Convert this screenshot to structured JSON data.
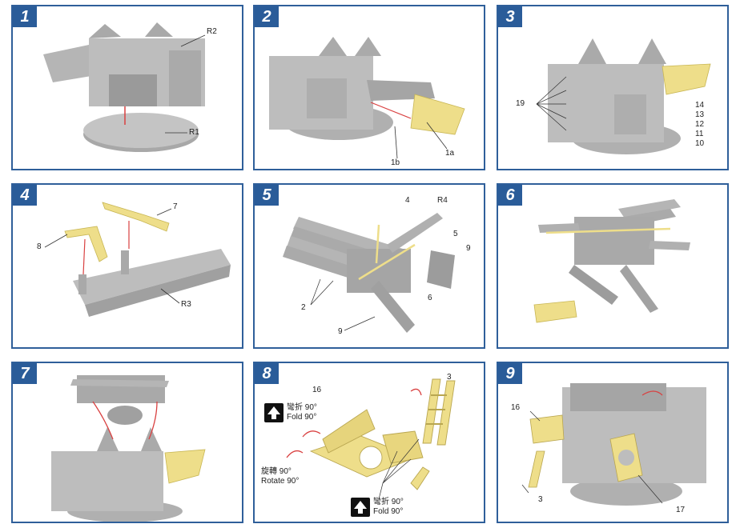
{
  "colors": {
    "border": "#2f5f9a",
    "numbox": "#2a5c99",
    "metal": "#bcbcbc",
    "pe": "#eede8a",
    "arrow": "#d94040"
  },
  "panels": [
    {
      "number": "1",
      "labels": [
        "R2",
        "R1"
      ]
    },
    {
      "number": "2",
      "labels": [
        "1b",
        "1a"
      ]
    },
    {
      "number": "3",
      "labels": [
        "19",
        "14",
        "13",
        "12",
        "11",
        "10"
      ]
    },
    {
      "number": "4",
      "labels": [
        "7",
        "8",
        "R3"
      ]
    },
    {
      "number": "5",
      "labels": [
        "4",
        "R4",
        "5",
        "9",
        "2",
        "6",
        "9"
      ]
    },
    {
      "number": "6",
      "labels": []
    },
    {
      "number": "7",
      "labels": []
    },
    {
      "number": "8",
      "labels": [
        "16",
        "3"
      ],
      "fold_top": {
        "cn": "彎折 90°",
        "en": "Fold 90°"
      },
      "rotate": {
        "cn": "旋轉 90°",
        "en": "Rotate 90°"
      },
      "fold_bottom": {
        "cn": "彎折 90°",
        "en": "Fold 90°"
      }
    },
    {
      "number": "9",
      "labels": [
        "16",
        "3",
        "17"
      ]
    }
  ],
  "icons": [
    "fold-arrow-icon",
    "fold-arrow-icon"
  ]
}
